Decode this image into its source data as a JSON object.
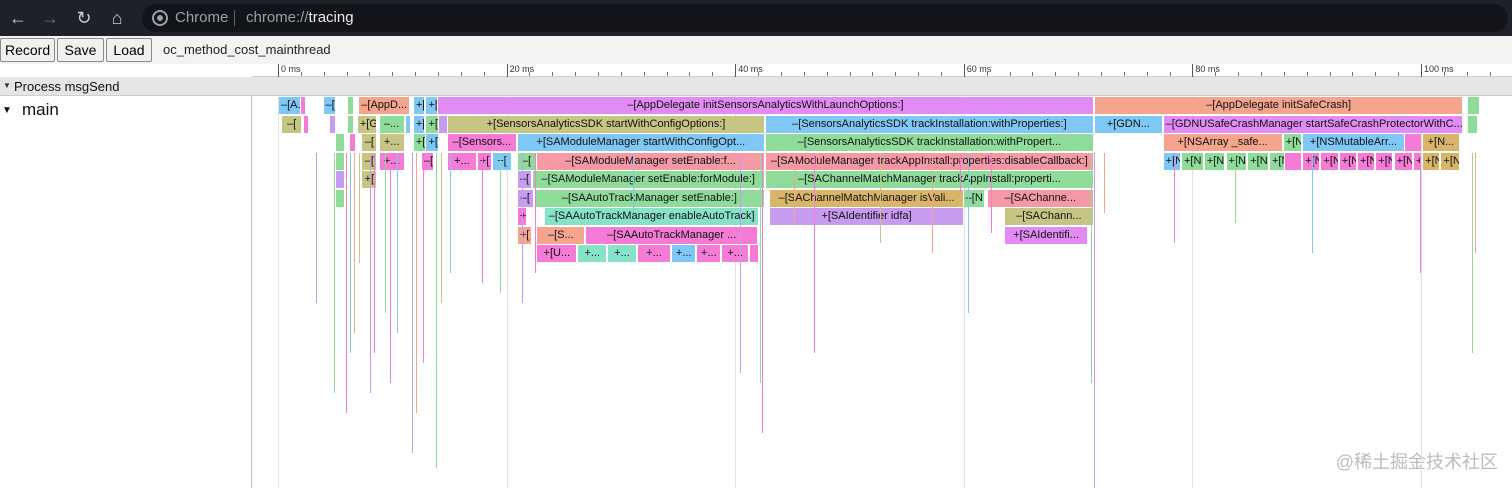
{
  "browser": {
    "site_name": "Chrome",
    "url_scheme": "chrome://",
    "url_host": "tracing",
    "icons": [
      "back-arrow-icon",
      "forward-arrow-icon",
      "reload-icon",
      "home-icon",
      "chrome-logo-icon"
    ]
  },
  "toolbar": {
    "record_label": "Record",
    "save_label": "Save",
    "load_label": "Load",
    "trace_name": "oc_method_cost_mainthread"
  },
  "ruler": {
    "labels": [
      "0 ms",
      "20 ms",
      "40 ms",
      "60 ms",
      "80 ms",
      "100 ms"
    ]
  },
  "process": {
    "label": "Process msgSend",
    "thread_label": "main"
  },
  "colors": {
    "blue": "#7fc7f5",
    "pink": "#f57bd6",
    "violet": "#e38bf4",
    "salmon": "#f5a58e",
    "green": "#8fdc9a",
    "olive": "#c7c584",
    "lavender": "#c79bf0",
    "red": "#f59aa5",
    "tan": "#d9b56a",
    "teal": "#86e3c9"
  },
  "slices": [
    {
      "t": "–[A...",
      "c": "blue",
      "d": 0,
      "s": 0.0,
      "e": 1.9
    },
    {
      "t": "",
      "c": "pink",
      "d": 0,
      "s": 1.9,
      "e": 2.2
    },
    {
      "t": "–[",
      "c": "blue",
      "d": 0,
      "s": 3.9,
      "e": 5.0
    },
    {
      "t": "",
      "c": "green",
      "d": 0,
      "s": 6.0,
      "e": 6.6
    },
    {
      "t": "–[AppD...",
      "c": "salmon",
      "d": 0,
      "s": 7.0,
      "e": 11.5
    },
    {
      "t": "+[",
      "c": "blue",
      "d": 0,
      "s": 11.8,
      "e": 12.8
    },
    {
      "t": "+[",
      "c": "blue",
      "d": 0,
      "s": 12.9,
      "e": 13.9
    },
    {
      "t": "–[AppDelegate initSensorsAnalyticsWithLaunchOptions:]",
      "c": "violet",
      "d": 0,
      "s": 13.9,
      "e": 71.3
    },
    {
      "t": "–[AppDelegate initSafeCrash]",
      "c": "salmon",
      "d": 0,
      "s": 71.4,
      "e": 103.6
    },
    {
      "t": "",
      "c": "green",
      "d": 0,
      "s": 104.0,
      "e": 105.1
    },
    {
      "t": "–[",
      "c": "olive",
      "d": 1,
      "s": 0.3,
      "e": 2.0
    },
    {
      "t": "",
      "c": "pink",
      "d": 1,
      "s": 2.2,
      "e": 2.6
    },
    {
      "t": "",
      "c": "lavender",
      "d": 1,
      "s": 4.5,
      "e": 5.0
    },
    {
      "t": "",
      "c": "green",
      "d": 1,
      "s": 6.0,
      "e": 6.6
    },
    {
      "t": "+[G",
      "c": "olive",
      "d": 1,
      "s": 6.9,
      "e": 8.6
    },
    {
      "t": "–...",
      "c": "green",
      "d": 1,
      "s": 8.8,
      "e": 11.0
    },
    {
      "t": "",
      "c": "blue",
      "d": 1,
      "s": 11.1,
      "e": 11.5
    },
    {
      "t": "+[",
      "c": "blue",
      "d": 1,
      "s": 11.8,
      "e": 12.8
    },
    {
      "t": "+[",
      "c": "green",
      "d": 1,
      "s": 12.9,
      "e": 14.0
    },
    {
      "t": "",
      "c": "lavender",
      "d": 1,
      "s": 14.0,
      "e": 14.8
    },
    {
      "t": "+[SensorsAnalyticsSDK startWithConfigOptions:]",
      "c": "olive",
      "d": 1,
      "s": 14.8,
      "e": 42.5
    },
    {
      "t": "–[SensorsAnalyticsSDK trackInstallation:withProperties:]",
      "c": "blue",
      "d": 1,
      "s": 42.6,
      "e": 71.3
    },
    {
      "t": "+[GDN...",
      "c": "blue",
      "d": 1,
      "s": 71.4,
      "e": 77.3
    },
    {
      "t": "–[GDNUSafeCrashManager startSafeCrashProtectorWithC...",
      "c": "violet",
      "d": 1,
      "s": 77.4,
      "e": 103.6
    },
    {
      "t": "",
      "c": "green",
      "d": 1,
      "s": 104.0,
      "e": 104.9
    },
    {
      "t": "",
      "c": "green",
      "d": 2,
      "s": 5.0,
      "e": 5.8
    },
    {
      "t": "",
      "c": "pink",
      "d": 2,
      "s": 6.2,
      "e": 6.7
    },
    {
      "t": "–[",
      "c": "olive",
      "d": 2,
      "s": 7.3,
      "e": 8.6
    },
    {
      "t": "+...",
      "c": "olive",
      "d": 2,
      "s": 8.8,
      "e": 11.0
    },
    {
      "t": "+[",
      "c": "green",
      "d": 2,
      "s": 11.8,
      "e": 12.9
    },
    {
      "t": "+[",
      "c": "blue",
      "d": 2,
      "s": 12.9,
      "e": 14.0
    },
    {
      "t": "–[Sensors...",
      "c": "pink",
      "d": 2,
      "s": 14.8,
      "e": 20.8
    },
    {
      "t": "+[SAModuleManager startWithConfigOpt...",
      "c": "blue",
      "d": 2,
      "s": 20.9,
      "e": 42.5
    },
    {
      "t": "–[SensorsAnalyticsSDK trackInstallation:withPropert...",
      "c": "green",
      "d": 2,
      "s": 42.6,
      "e": 71.3
    },
    {
      "t": "+[NSArray _safe...",
      "c": "salmon",
      "d": 2,
      "s": 77.4,
      "e": 87.8
    },
    {
      "t": "+[N",
      "c": "green",
      "d": 2,
      "s": 87.9,
      "e": 89.5
    },
    {
      "t": "+[NSMutableArr...",
      "c": "blue",
      "d": 2,
      "s": 89.6,
      "e": 98.5
    },
    {
      "t": "",
      "c": "pink",
      "d": 2,
      "s": 98.5,
      "e": 100.0
    },
    {
      "t": "+[N...",
      "c": "tan",
      "d": 2,
      "s": 100.1,
      "e": 103.3
    },
    {
      "t": "",
      "c": "green",
      "d": 3,
      "s": 5.0,
      "e": 5.8
    },
    {
      "t": "–[",
      "c": "olive",
      "d": 3,
      "s": 7.3,
      "e": 8.6
    },
    {
      "t": "+...",
      "c": "pink",
      "d": 3,
      "s": 8.8,
      "e": 11.0
    },
    {
      "t": "–[",
      "c": "pink",
      "d": 3,
      "s": 12.5,
      "e": 13.6
    },
    {
      "t": "+...",
      "c": "pink",
      "d": 3,
      "s": 14.8,
      "e": 17.3
    },
    {
      "t": "+[",
      "c": "pink",
      "d": 3,
      "s": 17.4,
      "e": 18.6
    },
    {
      "t": "+[",
      "c": "blue",
      "d": 3,
      "s": 18.7,
      "e": 20.4
    },
    {
      "t": "–[",
      "c": "green",
      "d": 3,
      "s": 20.9,
      "e": 22.5
    },
    {
      "t": "–[SAModuleManager setEnable:f...",
      "c": "red",
      "d": 3,
      "s": 22.6,
      "e": 42.5
    },
    {
      "t": "–[SAModuleManager trackAppInstall:properties:disableCallback:]",
      "c": "red",
      "d": 3,
      "s": 42.6,
      "e": 71.3
    },
    {
      "t": "+[N",
      "c": "blue",
      "d": 3,
      "s": 77.4,
      "e": 78.9
    },
    {
      "t": "+[N",
      "c": "green",
      "d": 3,
      "s": 79.0,
      "e": 80.9
    },
    {
      "t": "+[N",
      "c": "green",
      "d": 3,
      "s": 81.0,
      "e": 82.8
    },
    {
      "t": "+[N",
      "c": "green",
      "d": 3,
      "s": 82.9,
      "e": 84.7
    },
    {
      "t": "+[N",
      "c": "green",
      "d": 3,
      "s": 84.8,
      "e": 86.6
    },
    {
      "t": "+[N",
      "c": "green",
      "d": 3,
      "s": 86.7,
      "e": 88.0
    },
    {
      "t": "",
      "c": "pink",
      "d": 3,
      "s": 88.0,
      "e": 89.5
    },
    {
      "t": "+[N",
      "c": "pink",
      "d": 3,
      "s": 89.6,
      "e": 91.1
    },
    {
      "t": "+[N",
      "c": "pink",
      "d": 3,
      "s": 91.2,
      "e": 92.7
    },
    {
      "t": "+[N",
      "c": "pink",
      "d": 3,
      "s": 92.8,
      "e": 94.3
    },
    {
      "t": "+[N",
      "c": "pink",
      "d": 3,
      "s": 94.4,
      "e": 95.9
    },
    {
      "t": "+[N",
      "c": "pink",
      "d": 3,
      "s": 96.0,
      "e": 97.5
    },
    {
      "t": "+[N",
      "c": "pink",
      "d": 3,
      "s": 97.6,
      "e": 99.2
    },
    {
      "t": "+[N",
      "c": "pink",
      "d": 3,
      "s": 99.3,
      "e": 100.0
    },
    {
      "t": "+[N",
      "c": "tan",
      "d": 3,
      "s": 100.1,
      "e": 101.6
    },
    {
      "t": "+[N",
      "c": "tan",
      "d": 3,
      "s": 101.7,
      "e": 103.3
    },
    {
      "t": "",
      "c": "lavender",
      "d": 4,
      "s": 5.0,
      "e": 5.8
    },
    {
      "t": "+[",
      "c": "olive",
      "d": 4,
      "s": 7.3,
      "e": 8.6
    },
    {
      "t": "–[",
      "c": "lavender",
      "d": 4,
      "s": 20.9,
      "e": 22.1
    },
    {
      "t": "–[SAModuleManager setEnable:forModule:]",
      "c": "green",
      "d": 4,
      "s": 22.2,
      "e": 42.5
    },
    {
      "t": "–[SAChannelMatchManager trackAppInstall:properti...",
      "c": "green",
      "d": 4,
      "s": 42.6,
      "e": 71.3
    },
    {
      "t": "",
      "c": "green",
      "d": 5,
      "s": 5.0,
      "e": 5.8
    },
    {
      "t": "–[",
      "c": "lavender",
      "d": 5,
      "s": 20.9,
      "e": 22.3
    },
    {
      "t": "–[SAAutoTrackManager setEnable:]",
      "c": "green",
      "d": 5,
      "s": 22.4,
      "e": 42.5
    },
    {
      "t": "–[SAChannelMatchManager isVali...",
      "c": "tan",
      "d": 5,
      "s": 43.0,
      "e": 59.9
    },
    {
      "t": "–[N",
      "c": "green",
      "d": 5,
      "s": 59.9,
      "e": 61.8
    },
    {
      "t": "–[SAChanne...",
      "c": "red",
      "d": 5,
      "s": 62.0,
      "e": 71.3
    },
    {
      "t": "+[",
      "c": "pink",
      "d": 6,
      "s": 20.9,
      "e": 21.7
    },
    {
      "t": "–[SAAutoTrackManager enableAutoTrack]",
      "c": "teal",
      "d": 6,
      "s": 23.3,
      "e": 42.0
    },
    {
      "t": "+[SAIdentifier idfa]",
      "c": "lavender",
      "d": 6,
      "s": 43.0,
      "e": 59.9
    },
    {
      "t": "–[SAChann...",
      "c": "olive",
      "d": 6,
      "s": 63.5,
      "e": 71.3
    },
    {
      "t": "+[",
      "c": "salmon",
      "d": 7,
      "s": 20.9,
      "e": 22.1
    },
    {
      "t": "–[S...",
      "c": "salmon",
      "d": 7,
      "s": 22.6,
      "e": 26.8
    },
    {
      "t": "–[SAAutoTrackManager ...",
      "c": "pink",
      "d": 7,
      "s": 26.9,
      "e": 41.9
    },
    {
      "t": "+[SAIdentifi...",
      "c": "violet",
      "d": 7,
      "s": 63.5,
      "e": 70.8
    },
    {
      "t": "+[U...",
      "c": "pink",
      "d": 8,
      "s": 22.6,
      "e": 26.1
    },
    {
      "t": "+...",
      "c": "teal",
      "d": 8,
      "s": 26.2,
      "e": 28.7
    },
    {
      "t": "+...",
      "c": "teal",
      "d": 8,
      "s": 28.8,
      "e": 31.3
    },
    {
      "t": "+...",
      "c": "pink",
      "d": 8,
      "s": 31.4,
      "e": 34.3
    },
    {
      "t": "+...",
      "c": "blue",
      "d": 8,
      "s": 34.4,
      "e": 36.5
    },
    {
      "t": "+...",
      "c": "pink",
      "d": 8,
      "s": 36.6,
      "e": 38.7
    },
    {
      "t": "+...",
      "c": "pink",
      "d": 8,
      "s": 38.8,
      "e": 41.1
    },
    {
      "t": "",
      "c": "pink",
      "d": 8,
      "s": 41.2,
      "e": 42.0
    }
  ]
}
